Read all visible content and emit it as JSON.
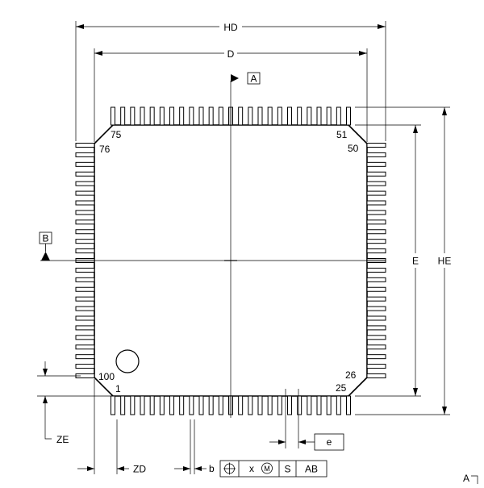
{
  "dimensions": {
    "hd": "HD",
    "d": "D",
    "e": "E",
    "he": "HE",
    "zd": "ZD",
    "ze": "ZE",
    "b": "b",
    "e_pitch": "e"
  },
  "datums": {
    "a": "A",
    "b": "B"
  },
  "pin_numbers": {
    "p1": "1",
    "p25": "25",
    "p26": "26",
    "p50": "50",
    "p51": "51",
    "p75": "75",
    "p76": "76",
    "p100": "100"
  },
  "tolerance_frame": {
    "x": "x",
    "modifier": "M",
    "s": "S",
    "ab": "AB"
  },
  "corner_label": "A",
  "pin_count_per_side": 25
}
